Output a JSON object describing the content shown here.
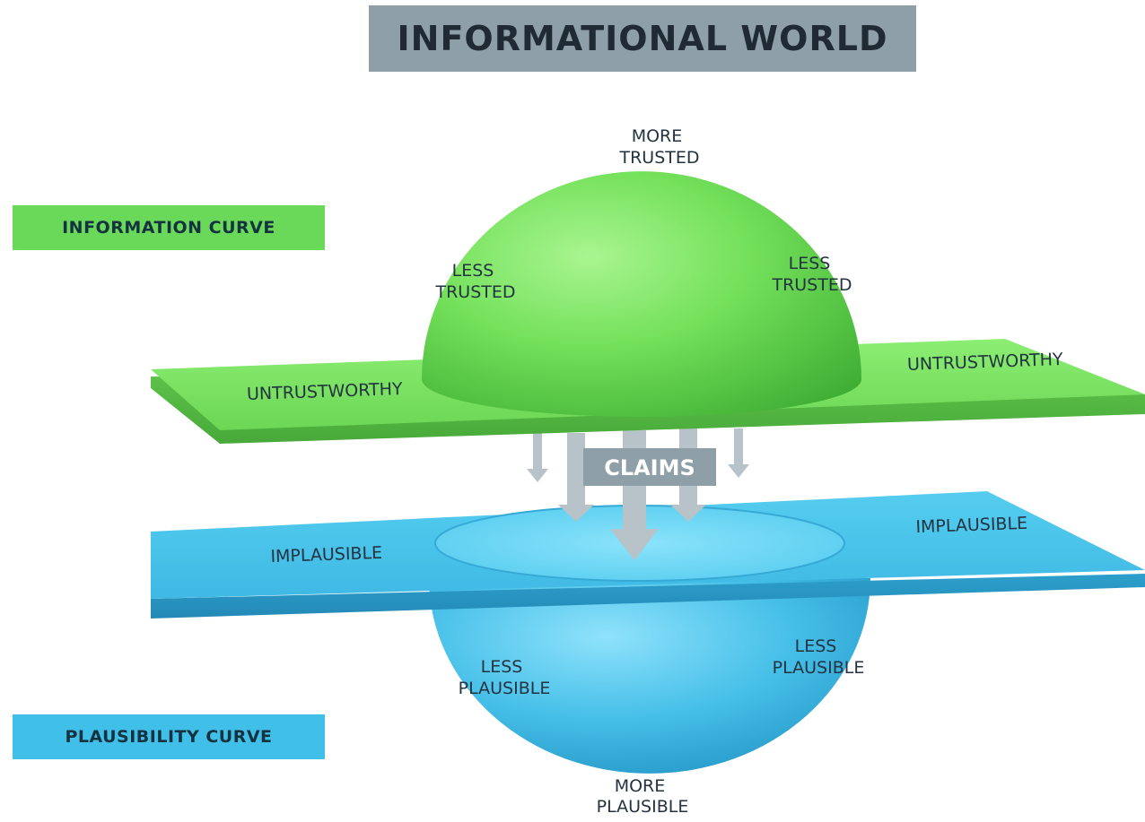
{
  "title": "INFORMATIONAL WORLD",
  "legend": {
    "information": "INFORMATION CURVE",
    "plausibility": "PLAUSIBILITY CURVE"
  },
  "center_tag": "CLAIMS",
  "information_labels": {
    "top": [
      "MORE",
      "TRUSTED"
    ],
    "left": [
      "LESS",
      "TRUSTED"
    ],
    "right": [
      "LESS",
      "TRUSTED"
    ],
    "plane_left": "UNTRUSTWORTHY",
    "plane_right": "UNTRUSTWORTHY"
  },
  "plausibility_labels": {
    "bottom": [
      "MORE",
      "PLAUSIBLE"
    ],
    "left": [
      "LESS",
      "PLAUSIBLE"
    ],
    "right": [
      "LESS",
      "PLAUSIBLE"
    ],
    "plane_left": "IMPLAUSIBLE",
    "plane_right": "IMPLAUSIBLE"
  },
  "colors": {
    "green_plane": "#7fe667",
    "green_dome": "#6fdc58",
    "blue_plane": "#45c3ea",
    "blue_bowl": "#3bb4e0",
    "arrow": "#b7c3c9",
    "claims_tag": "#8f9fa8",
    "label_text": "#233340"
  }
}
